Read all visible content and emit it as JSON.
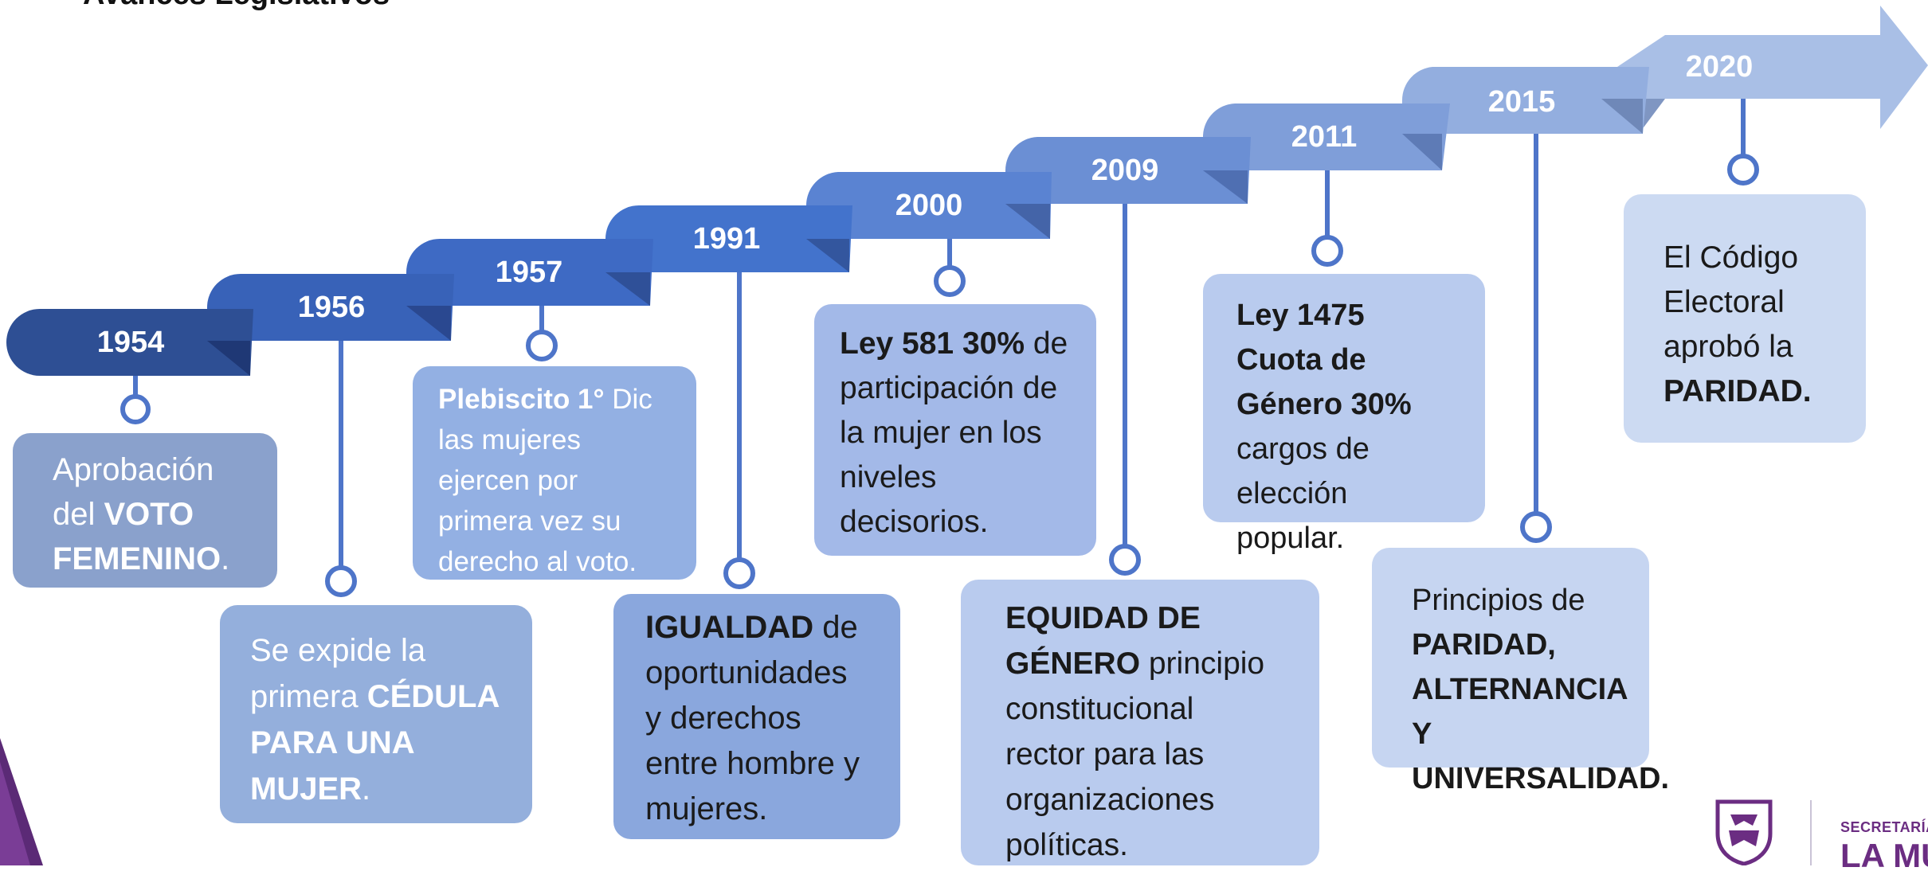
{
  "title": "Avances Legislativos",
  "events": [
    {
      "year": "1954",
      "text_runs": [
        {
          "t": "Aprobación del ",
          "b": false
        },
        {
          "t": "VOTO FEMENINO",
          "b": true
        },
        {
          "t": ".",
          "b": false
        }
      ]
    },
    {
      "year": "1956",
      "text_runs": [
        {
          "t": "Se expide la primera ",
          "b": false
        },
        {
          "t": "CÉDULA PARA UNA MUJER",
          "b": true
        },
        {
          "t": ".",
          "b": false
        }
      ]
    },
    {
      "year": "1957",
      "text_runs": [
        {
          "t": "Plebiscito 1°",
          "b": true
        },
        {
          "t": " Dic las mujeres ejercen por primera vez su derecho al voto.",
          "b": false
        }
      ]
    },
    {
      "year": "1991",
      "text_runs": [
        {
          "t": "IGUALDAD",
          "b": true
        },
        {
          "t": " de oportunidades y derechos entre hombre y mujeres.",
          "b": false
        }
      ]
    },
    {
      "year": "2000",
      "text_runs": [
        {
          "t": "Ley 581 30%",
          "b": true
        },
        {
          "t": " de participación de la mujer en los niveles decisorios.",
          "b": false
        }
      ]
    },
    {
      "year": "2009",
      "text_runs": [
        {
          "t": "EQUIDAD DE GÉNERO",
          "b": true
        },
        {
          "t": " principio constitucional rector para las organizaciones políticas.",
          "b": false
        }
      ]
    },
    {
      "year": "2011",
      "text_runs": [
        {
          "t": "Ley 1475 Cuota de Género 30%",
          "b": true
        },
        {
          "t": " cargos de elección popular.",
          "b": false
        }
      ]
    },
    {
      "year": "2015",
      "text_runs": [
        {
          "t": "Principios de ",
          "b": false
        },
        {
          "t": "PARIDAD, ALTERNANCIA Y UNIVERSALIDAD.",
          "b": true
        }
      ]
    },
    {
      "year": "2020",
      "text_runs": [
        {
          "t": "El Código Electoral aprobó la ",
          "b": false
        },
        {
          "t": "PARIDAD.",
          "b": true
        }
      ]
    }
  ],
  "logo": {
    "line1": "SECRETARÍA DE",
    "line2": "LA MUJER"
  },
  "colors": {
    "step_1954": "#2e4f94",
    "step_1956": "#3862b8",
    "step_1957": "#3e6ac4",
    "step_1991": "#4373cc",
    "step_2000": "#5a83d2",
    "step_2009": "#6b8fd4",
    "step_2011": "#7f9ed9",
    "step_2015": "#93aedf",
    "step_2020": "#a9bfe6",
    "connector": "#4e75c9",
    "brand_purple": "#6b2d82"
  }
}
